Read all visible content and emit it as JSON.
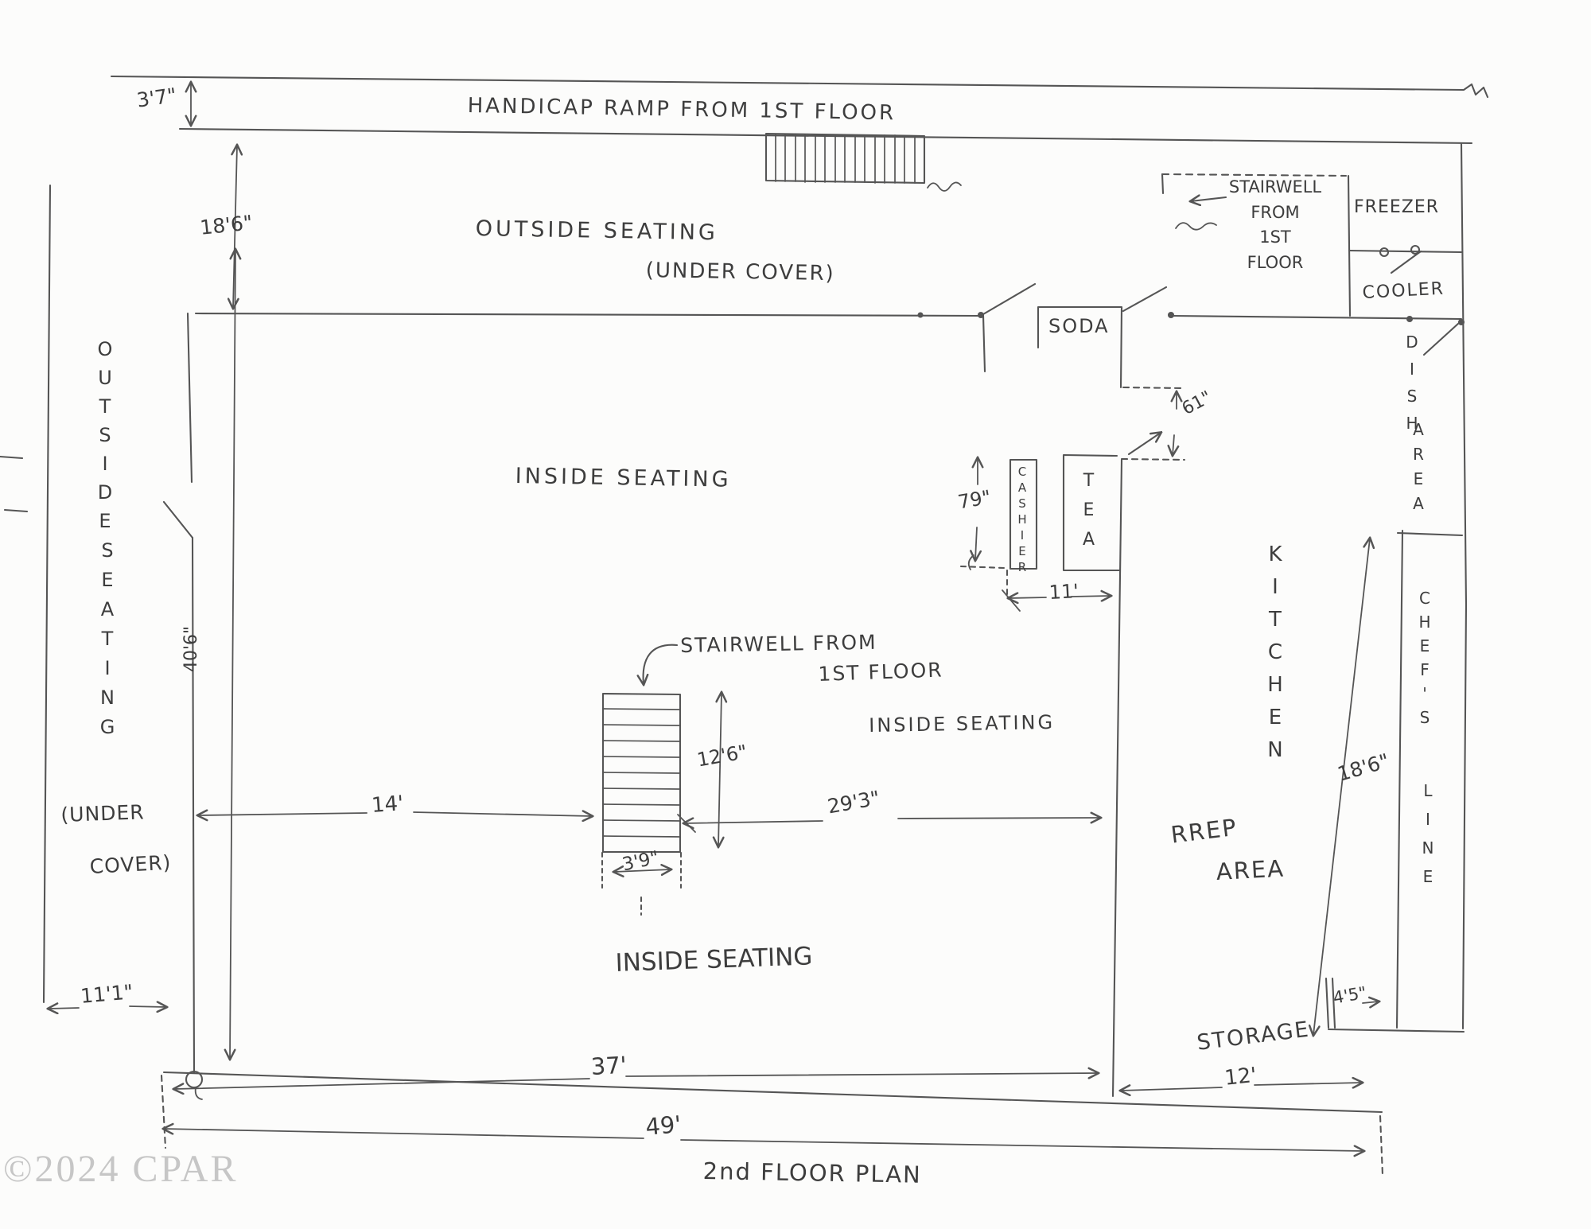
{
  "plan": {
    "title": "2nd FLOOR PLAN",
    "watermark": "©2024 CPAR",
    "labels": {
      "handicap_ramp": "HANDICAP RAMP FROM 1ST FLOOR",
      "outside_seating_top": "OUTSIDE SEATING",
      "outside_seating_top_sub": "(UNDER COVER)",
      "outside_seating_left_1": "OUTSIDE",
      "outside_seating_left_2": "SEATING",
      "outside_seating_left_sub_1": "(UNDER",
      "outside_seating_left_sub_2": "COVER)",
      "inside_seating_upper": "INSIDE SEATING",
      "inside_seating_right": "INSIDE SEATING",
      "inside_seating_lower": "INSIDE SEATING",
      "stairwell_top": {
        "l1": "STAIRWELL",
        "l2": "FROM",
        "l3": "1ST",
        "l4": "FLOOR"
      },
      "stairwell_center_1": "STAIRWELL FROM",
      "stairwell_center_2": "1ST FLOOR",
      "freezer": "FREEZER",
      "cooler": "COOLER",
      "soda": "SODA",
      "tea": "TEA",
      "cashier": "CASHIER",
      "kitchen": "KITCHEN",
      "dish_area_1": "DISH",
      "dish_area_2": "AREA",
      "chefs_line_1": "CHEF'S",
      "chefs_line_2": "LINE",
      "prep_area_1": "RREP",
      "prep_area_2": "AREA",
      "storage": "STORAGE"
    },
    "dimensions": {
      "ramp_offset": "3'7\"",
      "outside_top_depth": "18'6\"",
      "entry_door": "61\"",
      "cashier_counter": "79\"",
      "cashier_pass": "11'",
      "inside_west_height": "40'6\"",
      "inside_west_span": "14'",
      "stair_length": "12'6\"",
      "stair_width": "3'9\"",
      "inside_east_span": "29'3\"",
      "kitchen_height": "18'6\"",
      "chefs_line_width": "4'5\"",
      "outside_left_width": "11'1\"",
      "inside_width": "37'",
      "storage_width": "12'",
      "total_width": "49'"
    }
  }
}
